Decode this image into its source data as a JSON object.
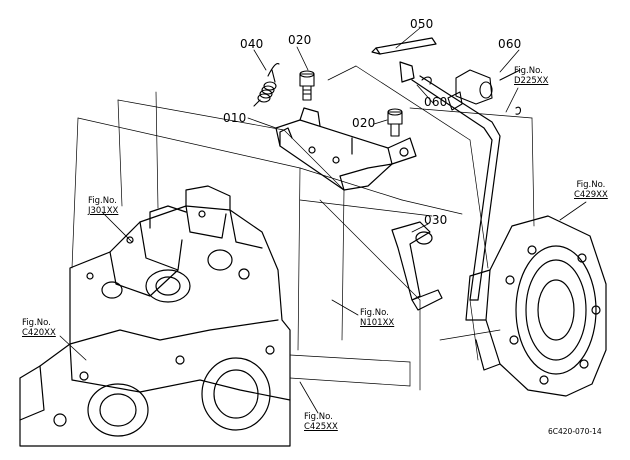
{
  "part_labels": {
    "p040": "040",
    "p020a": "020",
    "p050": "050",
    "p060a": "060",
    "p060b": "060",
    "p010": "010",
    "p020b": "020",
    "p030": "030"
  },
  "fig_refs": {
    "d225": {
      "prefix": "Fig.No.",
      "code": "D225XX"
    },
    "c429": {
      "prefix": "Fig.No.",
      "code": "C429XX"
    },
    "j301": {
      "prefix": "Fig.No.",
      "code": "J301XX"
    },
    "n101": {
      "prefix": "Fig.No.",
      "code": "N101XX"
    },
    "c420": {
      "prefix": "Fig.No.",
      "code": "C420XX"
    },
    "c425": {
      "prefix": "Fig.No.",
      "code": "C425XX"
    }
  },
  "diagram_code": "6C420-070-14"
}
